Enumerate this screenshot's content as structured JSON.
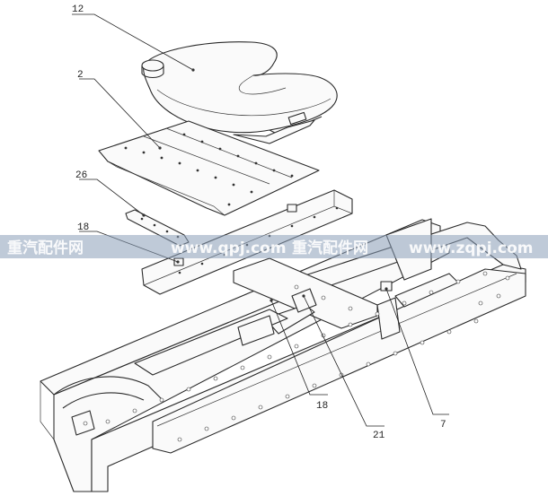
{
  "callouts": [
    {
      "id": "12",
      "label": "12"
    },
    {
      "id": "2",
      "label": "2"
    },
    {
      "id": "26",
      "label": "26"
    },
    {
      "id": "18a",
      "label": "18"
    },
    {
      "id": "18b",
      "label": "18"
    },
    {
      "id": "21",
      "label": "21"
    },
    {
      "id": "7",
      "label": "7"
    }
  ],
  "watermark": {
    "left": "重汽配件网",
    "center": "www.qpj.com",
    "right_cn": "重汽配件网",
    "right_url": "www.zqpj.com",
    "color": "#8a9fb8"
  }
}
